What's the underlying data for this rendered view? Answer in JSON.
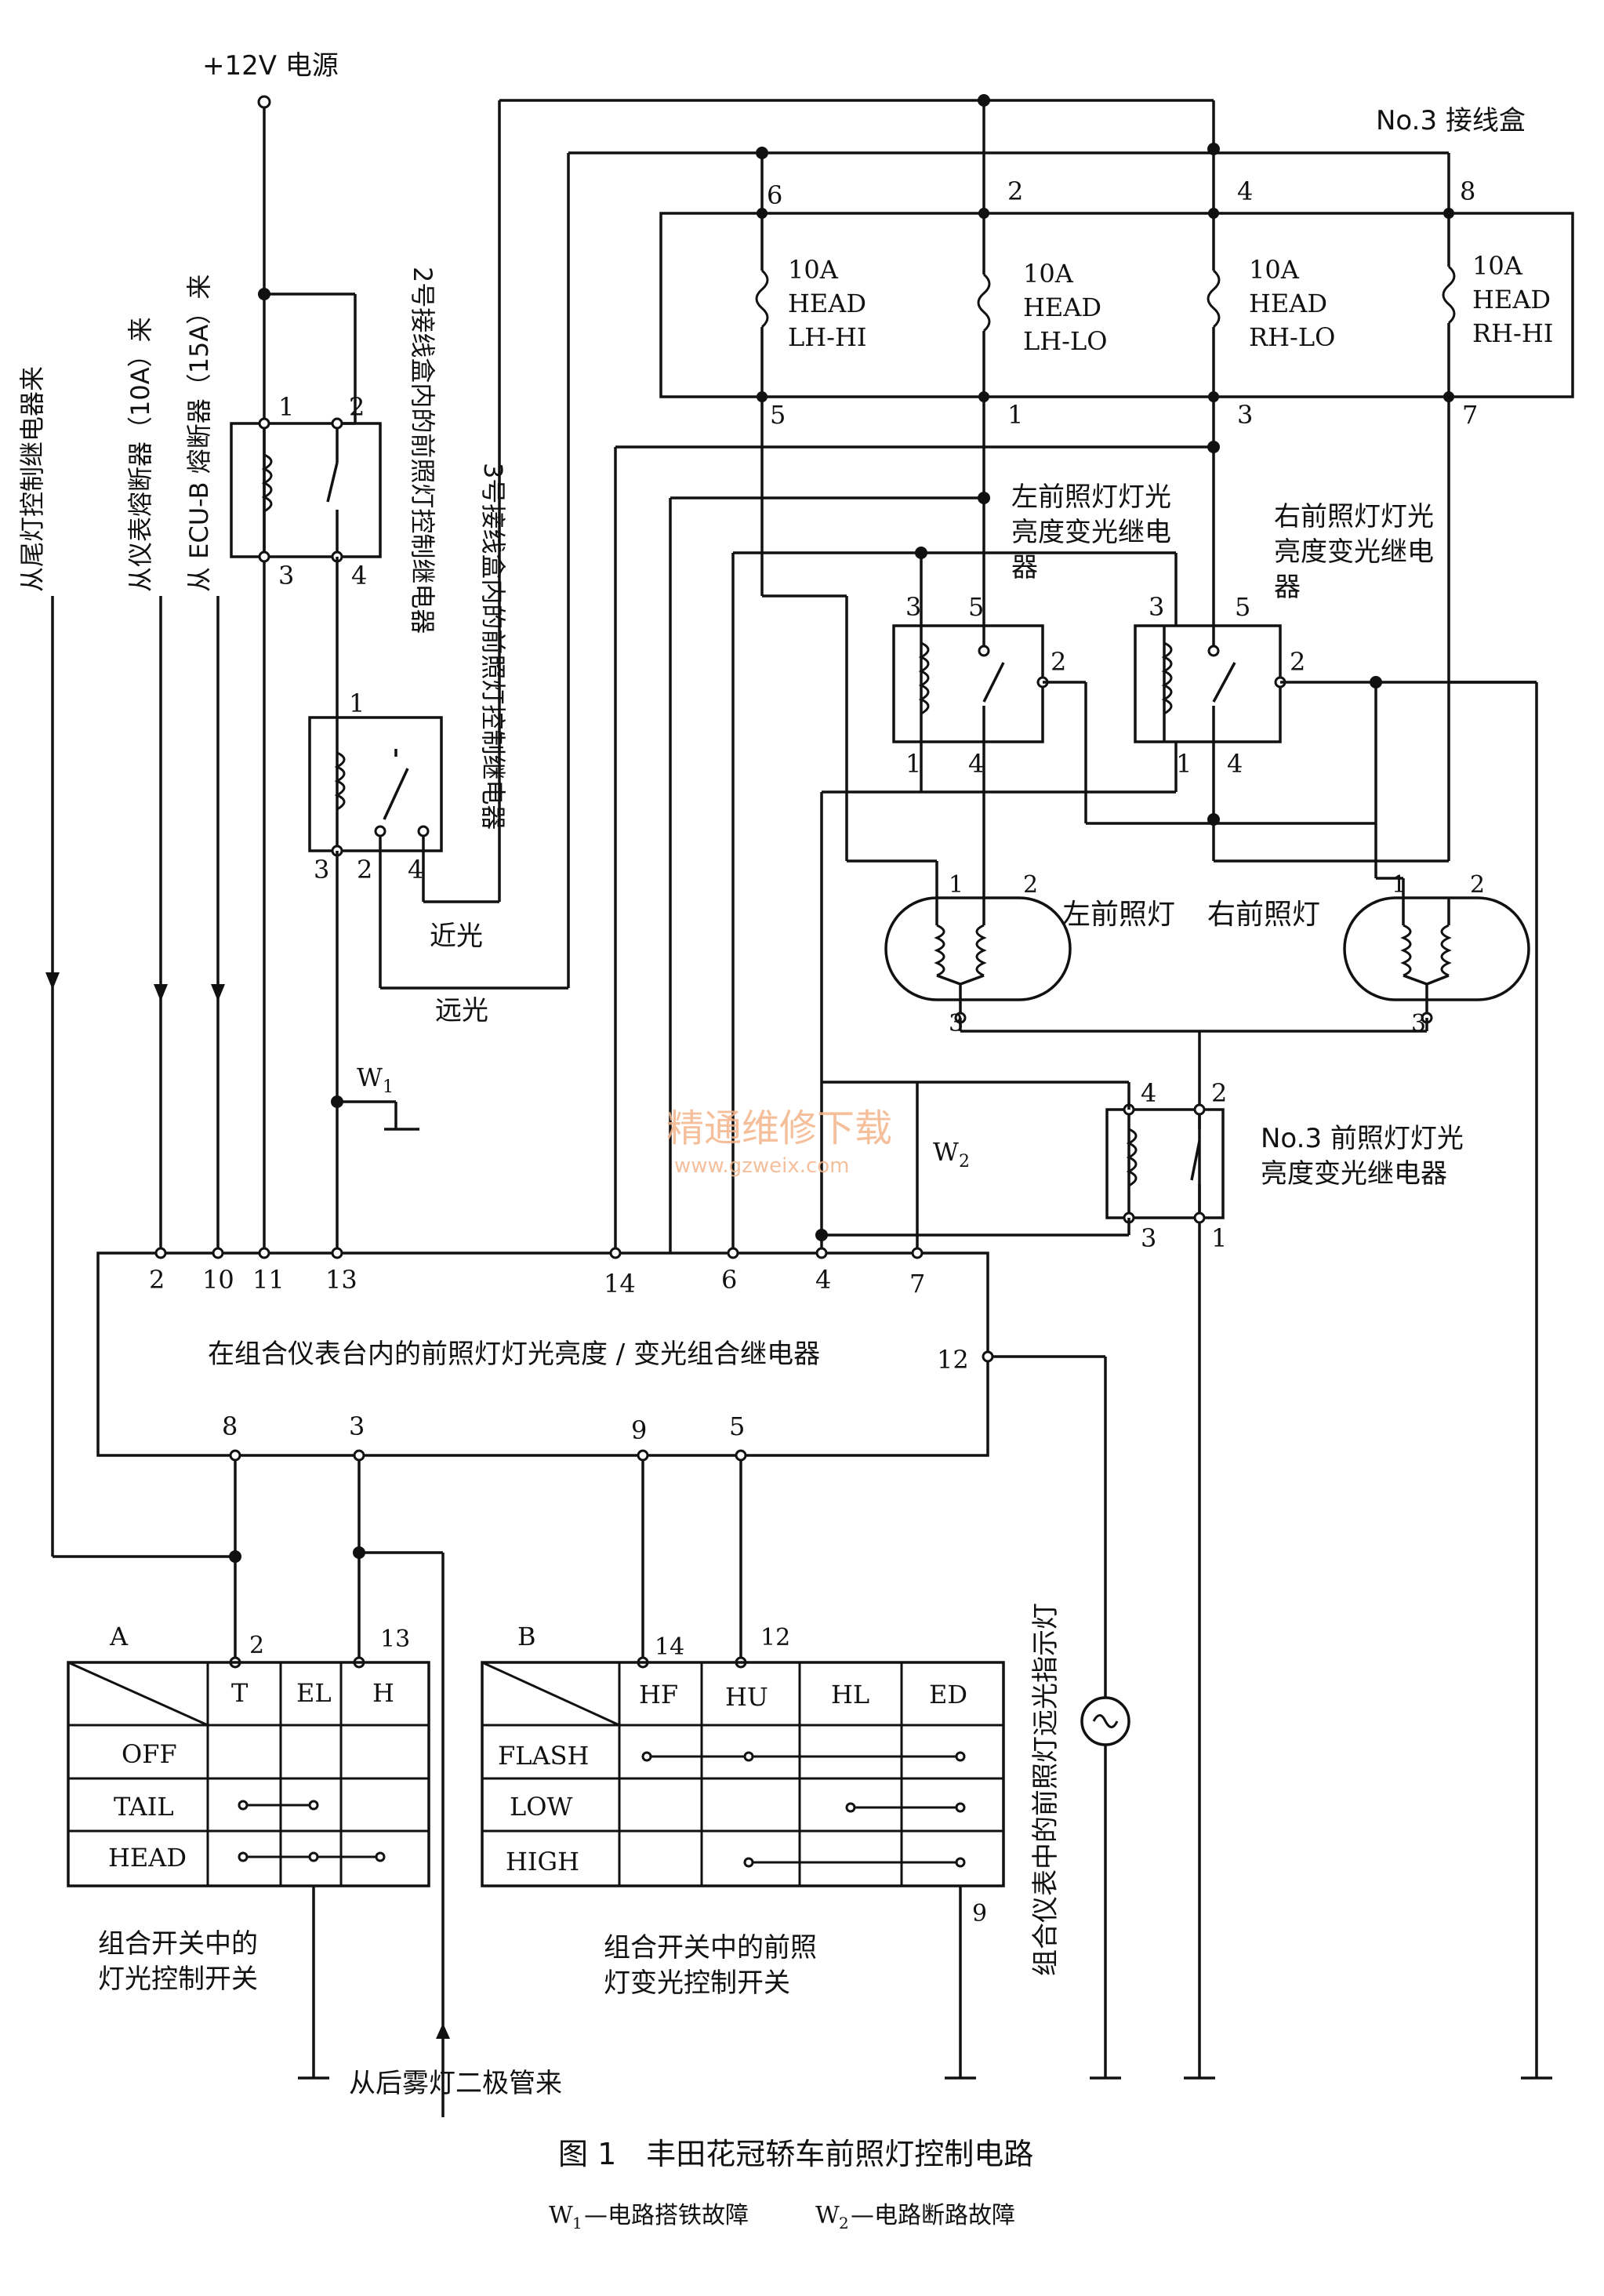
{
  "power_label": "+12V 电源",
  "junction_box": {
    "title": "No.3 接线盒",
    "fuses": [
      {
        "top_pin": "6",
        "bottom_pin": "5",
        "line1": "10A",
        "line2": "HEAD",
        "line3": "LH-HI"
      },
      {
        "top_pin": "2",
        "bottom_pin": "1",
        "line1": "10A",
        "line2": "HEAD",
        "line3": "LH-LO"
      },
      {
        "top_pin": "4",
        "bottom_pin": "3",
        "line1": "10A",
        "line2": "HEAD",
        "line3": "RH-LO"
      },
      {
        "top_pin": "8",
        "bottom_pin": "7",
        "line1": "10A",
        "line2": "HEAD",
        "line3": "RH-HI"
      }
    ]
  },
  "relay_no2": {
    "label": "2号接线盒内的前照灯控制继电器",
    "pins": [
      "1",
      "2",
      "3",
      "4"
    ]
  },
  "relay_no3_ctrl": {
    "label": "3号接线盒内的前照灯控制继电器",
    "pins": [
      "1",
      "3",
      "2",
      "4"
    ]
  },
  "dimmer_relay_left": {
    "label_l1": "左前照灯灯光",
    "label_l2": "亮度变光继电",
    "label_l3": "器",
    "pins": [
      "3",
      "5",
      "2",
      "1",
      "4"
    ]
  },
  "dimmer_relay_right": {
    "label_l1": "右前照灯灯光",
    "label_l2": "亮度变光继电",
    "label_l3": "器",
    "pins": [
      "3",
      "5",
      "2",
      "1",
      "4"
    ]
  },
  "headlamp_left": {
    "label": "左前照灯",
    "pins": [
      "1",
      "2",
      "3"
    ]
  },
  "headlamp_right": {
    "label": "右前照灯",
    "pins": [
      "1",
      "2",
      "3"
    ]
  },
  "no3_dimmer_relay": {
    "label_l1": "No.3 前照灯灯光",
    "label_l2": "亮度变光继电器",
    "pins": [
      "4",
      "2",
      "3",
      "1"
    ]
  },
  "beam_labels": {
    "low": "近光",
    "high": "远光"
  },
  "faults": {
    "w1": "W",
    "w1_sub": "1",
    "w2": "W",
    "w2_sub": "2"
  },
  "feeds": {
    "tail": "从尾灯控制继电器来",
    "meter": "从仪表熔断器（10A）来",
    "ecub": "从 ECU-B 熔断器（15A）来",
    "fog": "从后雾灯二极管来"
  },
  "combo_relay": {
    "label": "在组合仪表台内的前照灯灯光亮度 / 变光组合继电器",
    "top_pins": [
      "2",
      "10",
      "11",
      "13",
      "14",
      "6",
      "4",
      "7"
    ],
    "right_pin": "12",
    "bottom_pins": [
      "8",
      "3",
      "9",
      "5"
    ]
  },
  "switch_a": {
    "letter": "A",
    "pins": [
      "2",
      "13"
    ],
    "columns": [
      "T",
      "EL",
      "H"
    ],
    "rows": [
      "OFF",
      "TAIL",
      "HEAD"
    ],
    "caption_l1": "组合开关中的",
    "caption_l2": "灯光控制开关"
  },
  "switch_b": {
    "letter": "B",
    "pins": [
      "14",
      "12"
    ],
    "bottom_pin": "9",
    "columns": [
      "HF",
      "HU",
      "HL",
      "ED"
    ],
    "rows": [
      "FLASH",
      "LOW",
      "HIGH"
    ],
    "caption_l1": "组合开关中的前照",
    "caption_l2": "灯变光控制开关"
  },
  "indicator_label": "组合仪表中的前照灯远光指示灯",
  "watermark": {
    "cn": "精通维修下载",
    "url": "www.gzweix.com"
  },
  "figure": {
    "caption": "图 1　丰田花冠轿车前照灯控制电路",
    "legend_a": "W",
    "legend_a_sub": "1",
    "legend_a_text": "—电路搭铁故障",
    "legend_b": "W",
    "legend_b_sub": "2",
    "legend_b_text": "—电路断路故障"
  },
  "colors": {
    "line": "#111111",
    "background": "#ffffff",
    "watermark": "#f4b48a"
  }
}
